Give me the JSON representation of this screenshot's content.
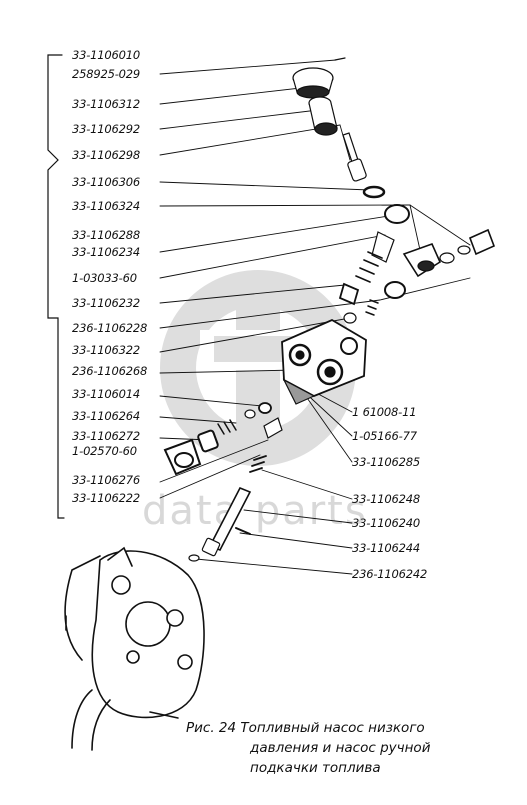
{
  "labels_left": [
    "33-1106010",
    "258925-029",
    "33-1106312",
    "33-1106292",
    "33-1106298",
    "33-1106306",
    "33-1106324",
    "33-1106288",
    "33-1106234",
    "1-03033-60",
    "33-1106232",
    "236-1106228",
    "33-1106322",
    "236-1106268",
    "33-1106014",
    "33-1106264",
    "33-1106272",
    "1-02570-60",
    "33-1106276",
    "33-1106222"
  ],
  "labels_right": [
    "1 61008-11",
    "1-05166-77",
    "33-1106285",
    "33-1106248",
    "33-1106240",
    "33-1106244",
    "236-1106242"
  ],
  "watermark": "data parts",
  "caption": {
    "line1": "Рис. 24 Топливный насос низкого",
    "line2": "давления и насос ручной",
    "line3": "подкачки топлива"
  }
}
